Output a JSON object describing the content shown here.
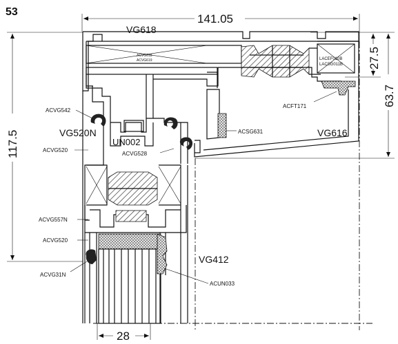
{
  "figure_number": "53",
  "dimensions": {
    "top_width": "141.05",
    "left_height": "117.5",
    "right_upper": "27.5",
    "right_total": "63.7",
    "bottom_width": "28"
  },
  "labels": {
    "vg618": "VG618",
    "acvg618": "ACVG618",
    "acvg619": "ACVG619",
    "lacef010b": "LACEF010B",
    "lacsg011b": "LACSG011B",
    "acft171": "ACFT171",
    "acvg542": "ACVG542",
    "vg520n": "VG520N",
    "acvg520_upper": "ACVG520",
    "un002": "UN002",
    "acvg528": "ACVG528",
    "acsg631": "ACSG631",
    "vg616": "VG616",
    "acvg557n": "ACVG557N",
    "acvg520_lower": "ACVG520",
    "vg412": "VG412",
    "acvg31n": "ACVG31N",
    "acun033": "ACUN033"
  }
}
